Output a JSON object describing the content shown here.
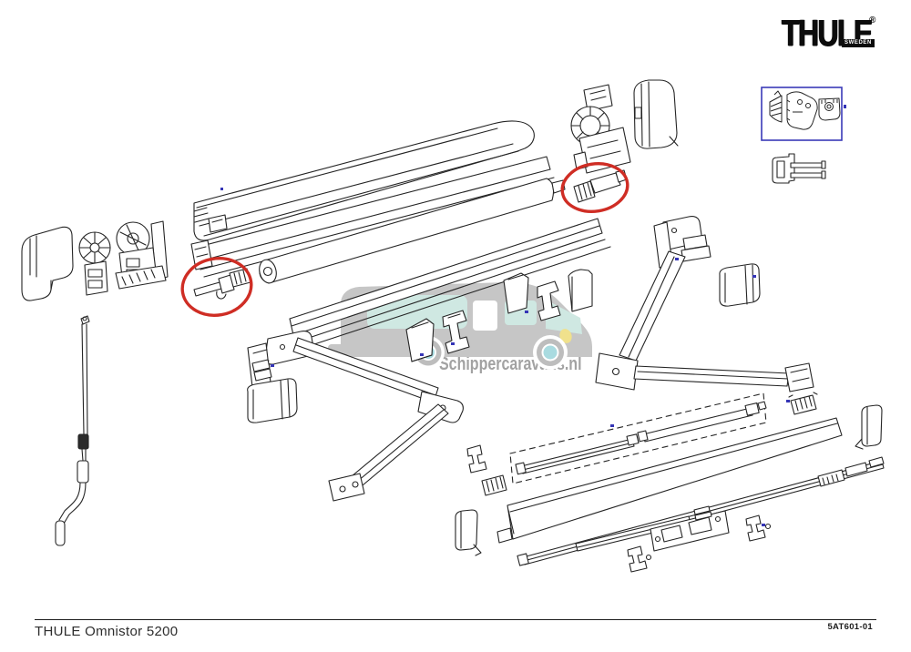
{
  "header": {
    "logo": {
      "brand": "THULE",
      "registered": "®",
      "country": "SWEDEN"
    }
  },
  "watermark": {
    "text": "Schippercaravans.nl"
  },
  "footer": {
    "product_title": "THULE Omnistor 5200",
    "document_code": "5AT601-01"
  },
  "colors": {
    "line": "#252525",
    "highlight_red": "#cf2d24",
    "link_blue": "#3434b6",
    "inset_border_blue": "#3a3ab8",
    "watermark_body_gray": "#c6c6c6",
    "watermark_window_teal": "#cfe8e2",
    "watermark_wheel_teal": "#a9dbe0",
    "watermark_headlight_yellow": "#f0e18c",
    "watermark_text_gray": "#a2a2a2"
  },
  "diagram": {
    "description": "Exploded parts view of Thule Omnistor 5200 awning",
    "highlighted_parts": [
      {
        "id": "left-highlight",
        "part": "spigot-connector"
      },
      {
        "id": "right-highlight",
        "part": "roller-drive-adapter"
      }
    ],
    "parts": [
      "end-cap-left-cover",
      "gear-wheel",
      "gearbox-bracket",
      "crank-rod",
      "cassette-lid",
      "cassette-profile",
      "roller-tube",
      "awning-fabric",
      "motor-gear-assembly",
      "end-cap-right-cover",
      "left-articulated-arm",
      "left-arm-cover",
      "right-articulated-arm",
      "right-arm-cover",
      "mounting-plate-small",
      "clamp-bracket-small",
      "wall-panel-small",
      "tension-rafter-dashed-box",
      "telescopic-tube-front",
      "telescopic-tube-rear",
      "lead-rail-front-panel",
      "support-rail-long",
      "support-rail-short",
      "bracket-pair-left",
      "ribbed-block-left",
      "end-cap-small-left",
      "bracket-pair-middle",
      "bracket-pair-right",
      "ribbed-block-right",
      "arm-end-bracket",
      "end-cap-small-right",
      "pronged-mounting-bracket"
    ]
  },
  "detail_inset": {
    "parts": [
      "cone-knob",
      "hole-plate",
      "bracket-cap"
    ]
  }
}
